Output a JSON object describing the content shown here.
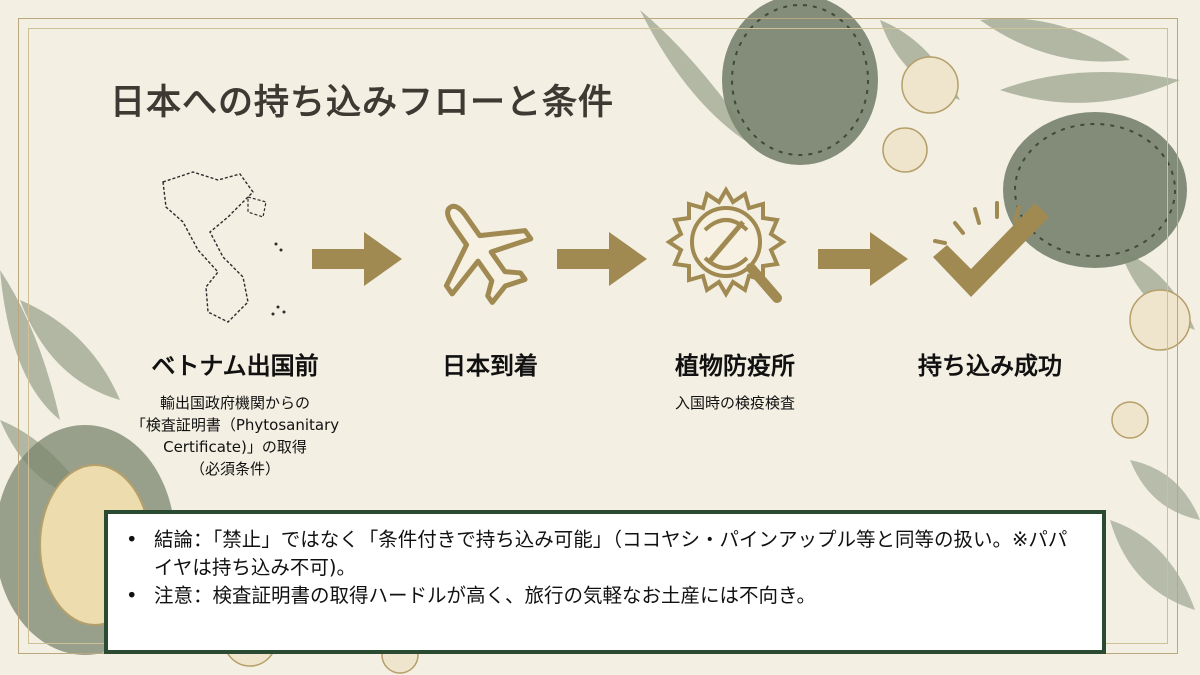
{
  "title": "日本への持ち込みフローと条件",
  "steps": [
    {
      "icon": "vietnam-map-icon",
      "title": "ベトナム出国前",
      "desc": [
        "輸出国政府機関からの",
        "「検査証明書（Phytosanitary",
        "Certificate)」の取得",
        "（必須条件）"
      ]
    },
    {
      "icon": "airplane-icon",
      "title": "日本到着",
      "desc": []
    },
    {
      "icon": "durian-inspection-icon",
      "title": "植物防疫所",
      "desc": [
        "入国時の検疫検査"
      ]
    },
    {
      "icon": "checkmark-icon",
      "title": "持ち込み成功",
      "desc": []
    }
  ],
  "notes": [
    {
      "bullet": "•",
      "text": "結論：「禁止」ではなく「条件付きで持ち込み可能」（ココヤシ・パインアップル等と同等の扱い。※パパイヤは持ち込み不可)。"
    },
    {
      "bullet": "•",
      "text": "注意：検査証明書の取得ハードルが高く、旅行の気軽なお土産には不向き。"
    }
  ],
  "colors": {
    "accent": "#a08a52",
    "border": "#2a4a32",
    "background": "#f3efe3",
    "leaf": "#5f6a55"
  }
}
